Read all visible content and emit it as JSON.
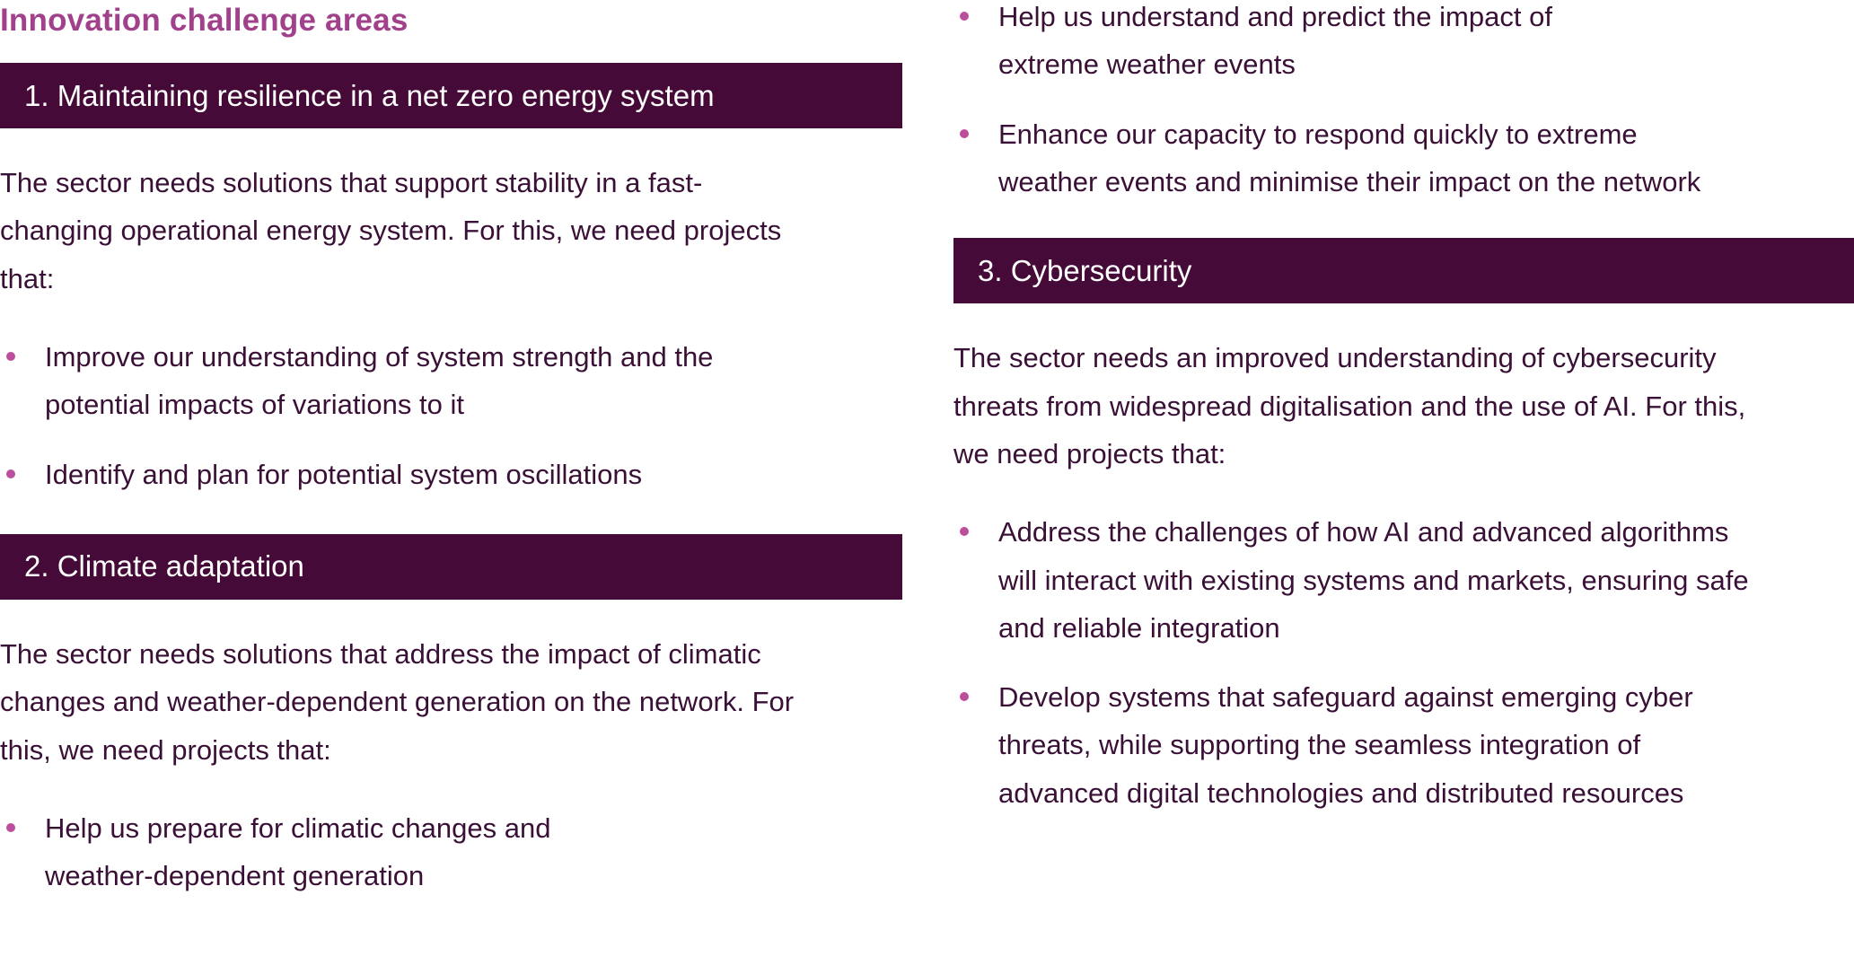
{
  "title": "Innovation challenge areas",
  "colors": {
    "banner_bg": "#460a38",
    "title": "#a2418b",
    "body": "#3a1037",
    "bullet": "#bc4f9b",
    "banner_text": "#ffffff"
  },
  "left": {
    "sections": [
      {
        "heading": "1. Maintaining resilience in a net zero energy system",
        "intro": "The sector needs solutions that support stability in a fast-changing operational energy system. For this, we need projects that:",
        "bullets": [
          "Improve our understanding of system strength and the potential impacts of variations to it",
          "Identify and plan for potential system oscillations"
        ]
      },
      {
        "heading": "2. Climate adaptation",
        "intro": "The sector needs solutions that address the impact of climatic changes and weather-dependent generation on the network. For this, we need projects that:",
        "bullets": [
          "Help us prepare for climatic changes and weather-dependent generation"
        ]
      }
    ]
  },
  "right": {
    "continuation_bullets": [
      "Help us understand and predict the impact of extreme weather events",
      "Enhance our capacity to respond quickly to extreme weather events and minimise their impact on the network"
    ],
    "sections": [
      {
        "heading": "3. Cybersecurity",
        "intro": "The sector needs an improved understanding of cybersecurity threats from widespread digitalisation and the use of AI. For this, we need projects that:",
        "bullets": [
          "Address the challenges of how AI and advanced algorithms will interact with existing systems and markets, ensuring safe and reliable integration",
          "Develop systems that safeguard against emerging cyber threats, while supporting the seamless integration of advanced digital technologies and distributed resources"
        ]
      }
    ]
  }
}
